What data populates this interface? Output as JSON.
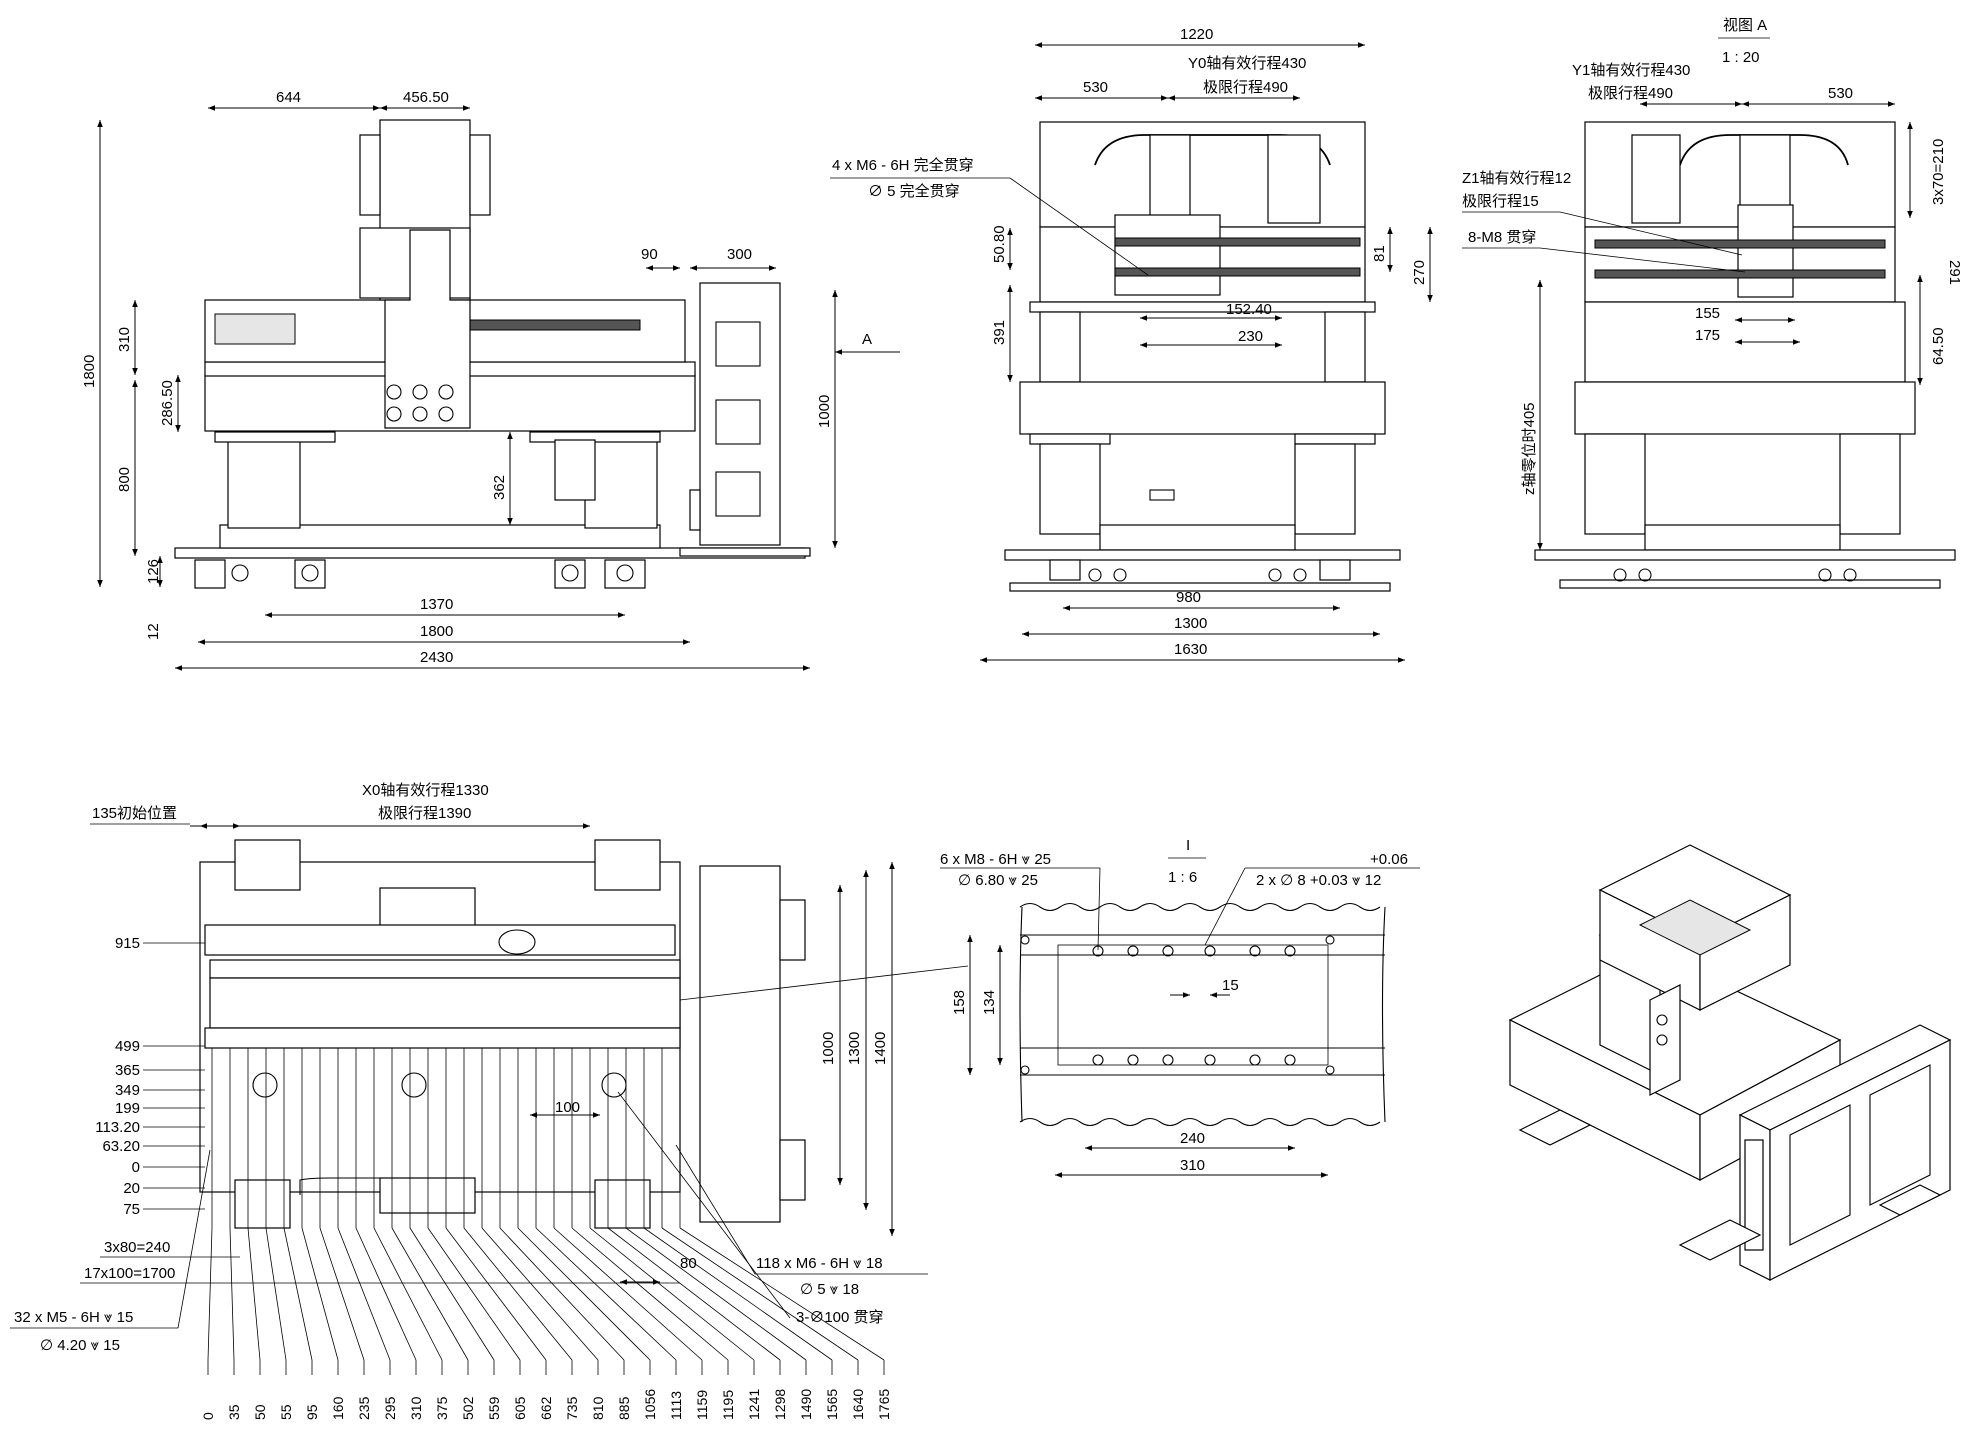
{
  "labels": {
    "view_a": "视图 A",
    "view_a_scale": "1 : 20",
    "detail_i": "I",
    "detail_i_scale": "1 : 6",
    "arrow_a": "A",
    "y0_stroke": "Y0轴有效行程430",
    "y0_limit": "极限行程490",
    "y1_stroke": "Y1轴有效行程430",
    "y1_limit": "极限行程490",
    "z1_stroke": "Z1轴有效行程12",
    "z1_limit": "极限行程15",
    "z_zero": "z轴零位时405",
    "x0_stroke": "X0轴有效行程1330",
    "x0_limit": "极限行程1390",
    "x0_start": "135初始位置",
    "hole_m6_a": "4 x  M6 - 6H 完全贯穿",
    "hole_m6_b": "∅ 5 完全贯穿",
    "hole_m8": "8-M8 贯穿",
    "hole_m8_det_a": "6 x  M8 - 6H ⩔ 25",
    "hole_m8_det_b": "∅ 6.80 ⩔ 25",
    "pin_tol_up": "+0.06",
    "pin_a": "2 x  ∅ 8 +0.03 ⩔ 12",
    "hole_118_a": "118 x  M6 - 6H ⩔ 18",
    "hole_118_b": "∅ 5 ⩔ 18",
    "hole_100": "3-∅100 贯穿",
    "hole_32_a": "32 x  M5 - 6H ⩔ 15",
    "hole_32_b": "∅ 4.20 ⩔ 15",
    "pitch_3x80": "3x80=240",
    "pitch_17x100": "17x100=1700",
    "pitch_3x70": "3x70=210"
  },
  "front_view": {
    "dims": {
      "w644": "644",
      "w456": "456.50",
      "w90": "90",
      "w300": "300",
      "h1800": "1800",
      "h310": "310",
      "h286": "286.50",
      "h800": "800",
      "h126": "126",
      "h12": "12",
      "h362": "362",
      "h1000": "1000",
      "b1370": "1370",
      "b1800": "1800",
      "b2430": "2430"
    }
  },
  "side_view": {
    "dims": {
      "w1220": "1220",
      "w530": "530",
      "h50": "50.80",
      "h391": "391",
      "h81": "81",
      "h270": "270",
      "d152": "152.40",
      "d230": "230",
      "b980": "980",
      "b1300": "1300",
      "b1630": "1630"
    }
  },
  "view_a": {
    "dims": {
      "w530": "530",
      "d155": "155",
      "d175": "175",
      "h64": "64.50",
      "h291": "291"
    }
  },
  "top_view": {
    "left_dims": [
      "915",
      "499",
      "365",
      "349",
      "199",
      "113.20",
      "63.20",
      "0",
      "20",
      "75"
    ],
    "right_dims": {
      "h1000": "1000",
      "h1300": "1300",
      "h1400": "1400"
    },
    "d100": "100",
    "d80": "80",
    "bottom_ticks": [
      "0",
      "35",
      "50",
      "55",
      "95",
      "160",
      "235",
      "295",
      "310",
      "375",
      "502",
      "559",
      "605",
      "662",
      "735",
      "810",
      "885",
      "1056",
      "1113",
      "1159",
      "1195",
      "1241",
      "1298",
      "1490",
      "1565",
      "1640",
      "1765"
    ]
  },
  "detail_view": {
    "dims": {
      "h158": "158",
      "h134": "134",
      "d15": "15",
      "d240": "240",
      "d310": "310"
    }
  }
}
